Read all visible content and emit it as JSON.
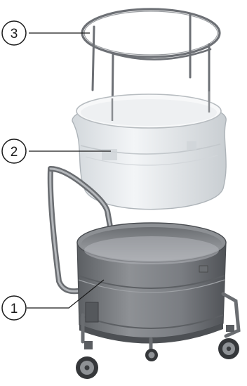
{
  "figure": {
    "callouts": [
      {
        "id": "1",
        "label": "1"
      },
      {
        "id": "2",
        "label": "2"
      },
      {
        "id": "3",
        "label": "3"
      }
    ]
  },
  "colors": {
    "background": "#ffffff",
    "frame_wire": "#6d7075",
    "liner": "#dfe3e6",
    "tub_body": "#7c7f84",
    "tub_dark": "#55585c",
    "tub_inner": "#9a9da1",
    "handle": "#8a8d91",
    "wheel": "#3a3c3f",
    "callout_stroke": "#1a1a1a"
  }
}
